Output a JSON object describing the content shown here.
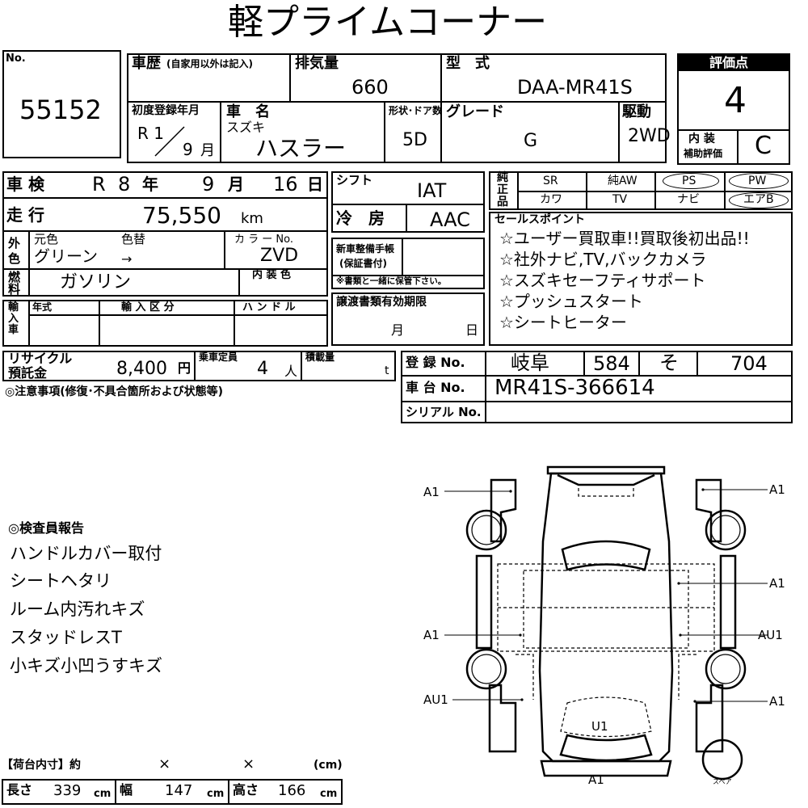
{
  "title": "軽プライムコーナー",
  "lot": {
    "label": "No.",
    "value": "55152"
  },
  "history": {
    "label": "車歴",
    "note": "(自家用以外は記入)"
  },
  "displacement": {
    "label": "排気量",
    "value": "660"
  },
  "model": {
    "label": "型　式",
    "value": "DAA-MR41S"
  },
  "grade_score": {
    "label": "評価点",
    "value": "4"
  },
  "first_reg": {
    "label": "初度登録年月",
    "era": "R 1",
    "month": "9",
    "month_unit": "月"
  },
  "car_name": {
    "label": "車　名",
    "maker": "スズキ",
    "name": "ハスラー"
  },
  "doors": {
    "label": "形状･ドア数",
    "value": "5D"
  },
  "grade": {
    "label": "グレード",
    "value": "G"
  },
  "drive": {
    "label": "駆動",
    "value": "2WD"
  },
  "interior_score": {
    "label1": "内 装",
    "label2": "補助評価",
    "value": "C"
  },
  "inspection": {
    "label": "車 検",
    "era": "R",
    "year": "8",
    "year_unit": "年",
    "month": "9",
    "month_unit": "月",
    "day": "16",
    "day_unit": "日"
  },
  "shift": {
    "label": "シフト",
    "value": "IAT"
  },
  "aircon": {
    "label": "冷　房",
    "value": "AAC"
  },
  "equipment": {
    "label": "純正品",
    "row1": [
      "SR",
      "純AW",
      "PS",
      "PW"
    ],
    "row2": [
      "カワ",
      "TV",
      "ナビ",
      "エアB"
    ]
  },
  "mileage": {
    "label": "走 行",
    "value": "75,550",
    "unit": "km"
  },
  "color": {
    "label": "外色",
    "orig_label": "元色",
    "change_label": "色替",
    "orig": "グリーン",
    "arrow": "→",
    "code_label": "カ ラ ー No.",
    "code": "ZVD"
  },
  "fuel": {
    "label": "燃料",
    "value": "ガソリン",
    "interior_color_label": "内 装 色"
  },
  "new_car_manual": {
    "label1": "新車整備手帳",
    "label2": "(保証書付)",
    "note": "※書類と一緒に保管下さい。"
  },
  "sales_points": {
    "label": "セールスポイント",
    "items": [
      "☆ユーザー買取車!!買取後初出品!!",
      "☆社外ナビ,TV,バックカメラ",
      "☆スズキセーフティサポート",
      "☆プッシュスタート",
      "☆シートヒーター"
    ]
  },
  "import": {
    "label": "輸入車",
    "year_label": "年式",
    "class_label": "輸 入 区 分",
    "handle_label": "ハ ン ド ル"
  },
  "transfer_docs": {
    "label": "譲渡書類有効期限",
    "month_unit": "月",
    "day_unit": "日"
  },
  "recycle": {
    "label1": "リサイクル",
    "label2": "預託金",
    "value": "8,400",
    "unit": "円"
  },
  "capacity": {
    "label": "乗車定員",
    "value": "4",
    "unit": "人"
  },
  "load": {
    "label": "積載量",
    "unit": "t"
  },
  "registration": {
    "label": "登 録 No.",
    "area": "岐阜",
    "class": "584",
    "kana": "そ",
    "number": "704"
  },
  "chassis": {
    "label": "車 台 No.",
    "value": "MR41S-366614"
  },
  "serial": {
    "label": "シリアル No."
  },
  "caution_label": "◎注意事項(修復･不具合箇所および状態等)",
  "report": {
    "label": "◎検査員報告",
    "items": [
      "ハンドルカバー取付",
      "シートヘタリ",
      "ルーム内汚れキズ",
      "スタッドレスT",
      "小キズ小凹うすキズ"
    ]
  },
  "cargo": {
    "label": "【荷台内寸】約",
    "times1": "×",
    "times2": "×",
    "unit_header": "(cm)",
    "length_label": "長さ",
    "length": "339",
    "width_label": "幅",
    "width": "147",
    "height_label": "高さ",
    "height": "166",
    "unit": "cm"
  },
  "diagram": {
    "labels": {
      "front_left": "A1",
      "front_right": "A1",
      "right_door": "A1",
      "left_mid": "A1",
      "right_mid": "AU1",
      "left_rear": "AU1",
      "right_rear": "A1",
      "roof": "U1",
      "rear": "A1"
    },
    "spare_label": "スペア"
  }
}
